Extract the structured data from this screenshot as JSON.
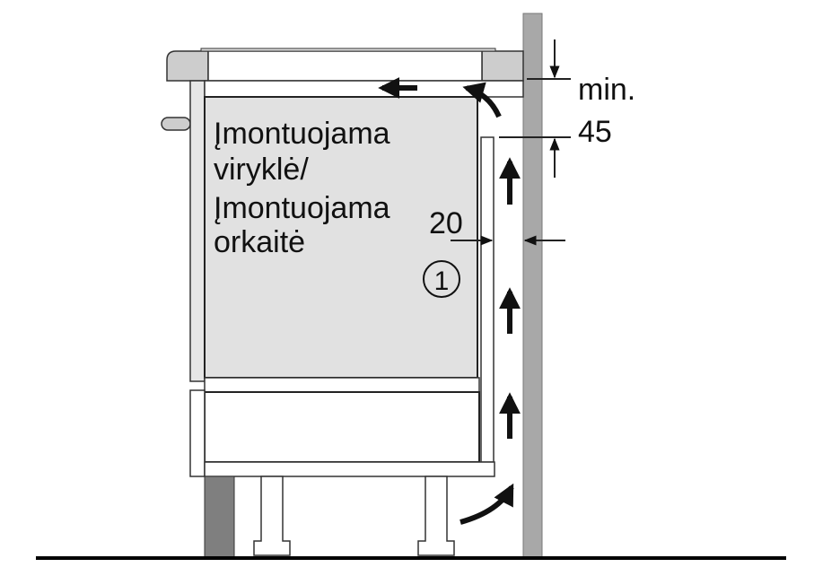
{
  "appliance_label": [
    "Įmontuojama",
    "viryklė/",
    "Įmontuojama",
    "orkaitė"
  ],
  "dimensions": {
    "top_gap_prefix": "min.",
    "top_gap_value": "45",
    "side_gap_value": "20"
  },
  "callout": "1",
  "colors": {
    "wall": "#a8a8a8",
    "plinth": "#7f7f7f",
    "appliance": "#e1e1e1",
    "countertop": "#cdcdcd"
  }
}
